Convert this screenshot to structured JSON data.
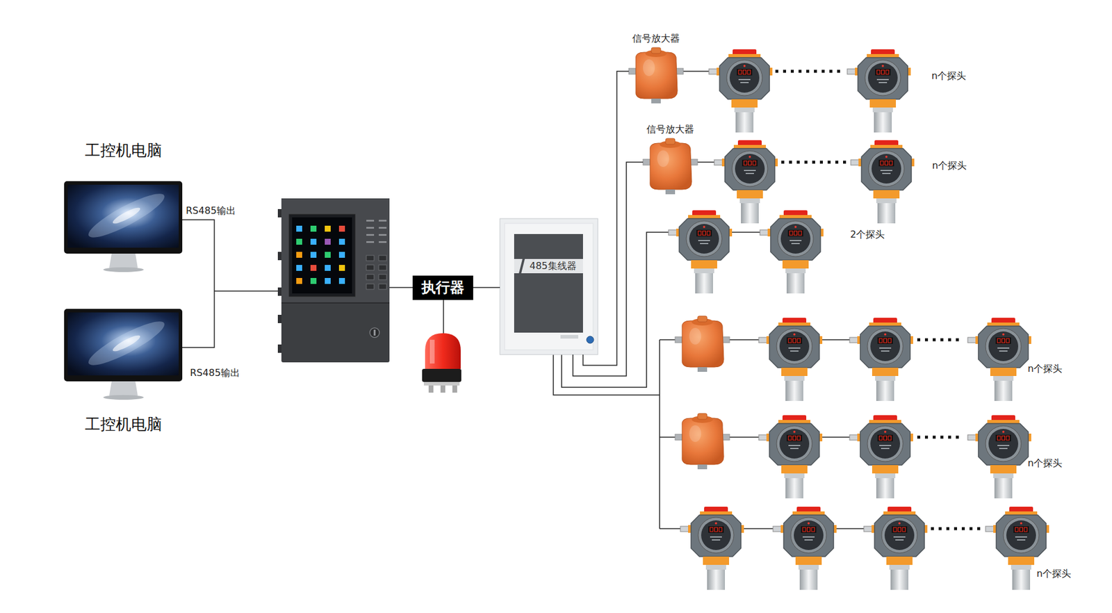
{
  "diagram": {
    "nodes": [
      {
        "text": [
          "工控机电脑"
        ]
      },
      {
        "text": [
          "工控机电脑"
        ]
      },
      {
        "text": [
          "执行器"
        ]
      },
      {
        "text": [
          "485集线器"
        ]
      },
      {
        "text": [
          "信号放大器"
        ]
      },
      {
        "text": [
          "信号放大器"
        ]
      }
    ],
    "edges": [
      {
        "from": 2,
        "to": 3,
        "arrow": "none"
      },
      {
        "from": 3,
        "to": 4,
        "arrow": "none"
      },
      {
        "from": 3,
        "to": 5,
        "arrow": "none"
      }
    ],
    "labels": [
      "RS485输出",
      "RS485输出",
      "n个探头",
      "n个探头",
      "2个探头",
      "n个探头",
      "n个探头",
      "n个探头"
    ]
  }
}
